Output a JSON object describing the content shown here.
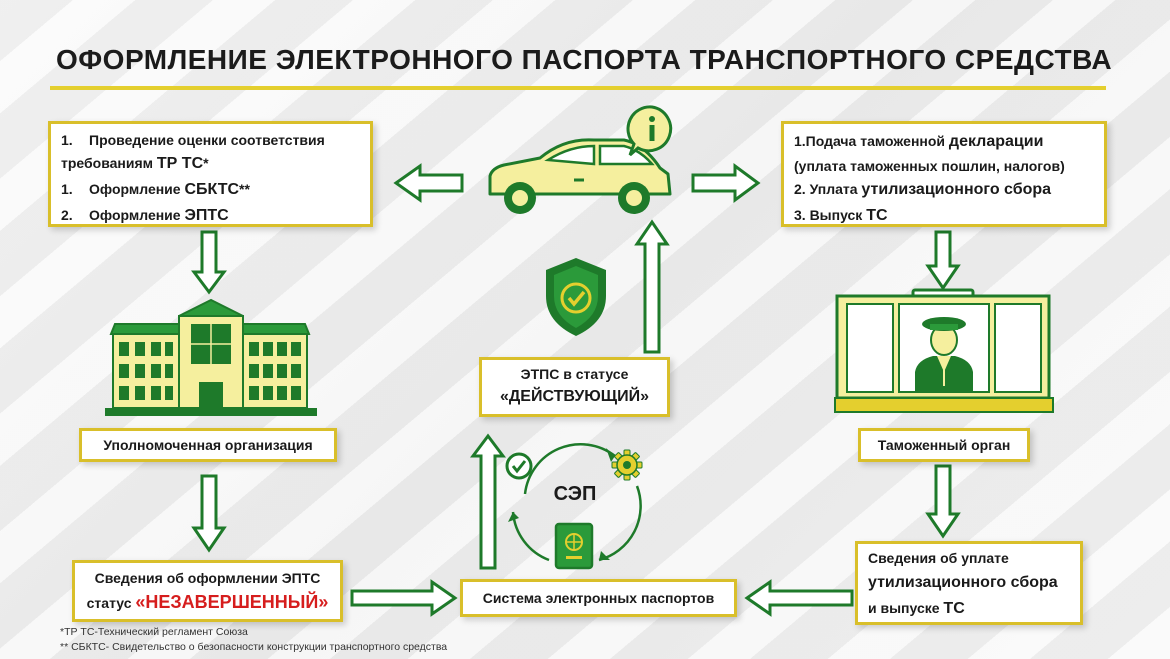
{
  "title": "ОФОРМЛЕНИЕ ЭЛЕКТРОННОГО ПАСПОРТА ТРАНСПОРТНОГО СРЕДСТВА",
  "colors": {
    "green": "#1e7a2a",
    "light_green": "#2b9a3a",
    "yellow": "#e4cf2e",
    "pale_yellow": "#f5ef9e",
    "red": "#d61d1d"
  },
  "assessment": {
    "l1_num": "1.",
    "l1_text": "Проведение оценки соответствия",
    "l2_text": "требованиям ",
    "l2_bold": "ТР ТС",
    "l2_tail": "*",
    "l3_num": "1.",
    "l3_text": "Оформление ",
    "l3_bold": "СБКТС",
    "l3_tail": "**",
    "l4_num": "2.",
    "l4_text": "Оформление ",
    "l4_bold": "ЭПТС"
  },
  "customs_steps": {
    "l1_text": "1.Подача таможенной ",
    "l1_bold": "декларации",
    "l2_text": "(уплата таможенных пошлин, налогов)",
    "l3_text": "2. Уплата ",
    "l3_bold": "утилизационного сбора",
    "l4_text": "3. Выпуск ",
    "l4_bold": "ТС"
  },
  "authorized_org": {
    "label": "Уполномоченная организация"
  },
  "customs_body": {
    "label": "Таможенный орган"
  },
  "status_active": {
    "line1": "ЭТПС в статусе",
    "line2": "«ДЕЙСТВУЮЩИЙ»"
  },
  "sep": {
    "label": "СЭП"
  },
  "epts_info": {
    "line1": "Сведения об оформлении ЭПТС",
    "line2_prefix": "статус ",
    "status": "«НЕЗАВЕРШЕННЫЙ»"
  },
  "passport_system": {
    "label": "Система электронных паспортов"
  },
  "payment_info": {
    "line1": "Сведения об уплате",
    "line2": "утилизационного сбора",
    "line3_prefix": "и выпуске ",
    "line3_bold": "ТС"
  },
  "icons": [
    "car-icon",
    "info-bubble-icon",
    "shield-check-icon",
    "building-icon",
    "customs-officer-icon",
    "check-circle-icon",
    "gear-icon",
    "passport-icon"
  ],
  "footnotes": [
    "*ТР ТС-Технический регламент Союза",
    "** СБКТС- Свидетельство о безопасности конструкции транспортного средства"
  ]
}
